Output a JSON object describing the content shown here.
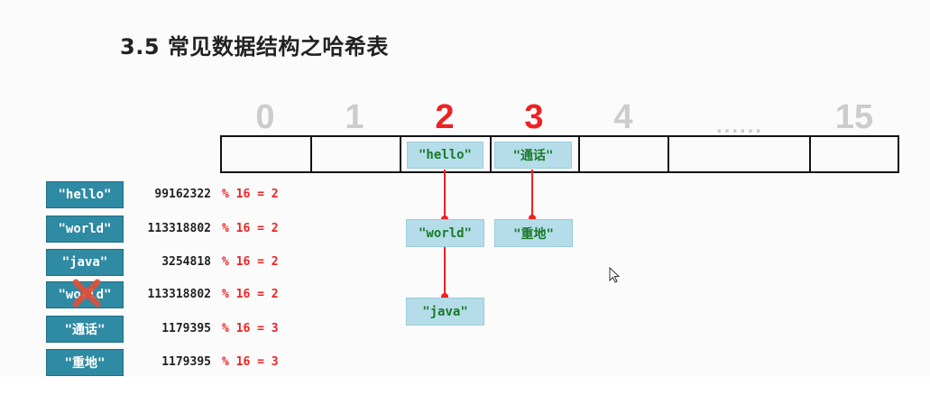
{
  "title": "3.5 常见数据结构之哈希表",
  "indices": [
    "0",
    "1",
    "2",
    "3",
    "4",
    "......",
    "15"
  ],
  "highlight_indices": [
    "2",
    "3"
  ],
  "buckets": {
    "2": [
      "\"hello\"",
      "\"world\"",
      "\"java\""
    ],
    "3": [
      "\"通话\"",
      "\"重地\""
    ]
  },
  "rows": [
    {
      "key": "\"hello\"",
      "hash": "99162322",
      "mod": "% 16 = 2",
      "struck": false
    },
    {
      "key": "\"world\"",
      "hash": "113318802",
      "mod": "% 16 = 2",
      "struck": false
    },
    {
      "key": "\"java\"",
      "hash": "3254818",
      "mod": "% 16 = 2",
      "struck": false
    },
    {
      "key": "\"world\"",
      "hash": "113318802",
      "mod": "% 16 = 2",
      "struck": true
    },
    {
      "key": "\"通话\"",
      "hash": "1179395",
      "mod": "% 16 = 3",
      "struck": false
    },
    {
      "key": "\"重地\"",
      "hash": "1179395",
      "mod": "% 16 = 3",
      "struck": false
    }
  ],
  "colors": {
    "key_bg": "#2f8aa3",
    "node_bg": "#b4dde9",
    "node_text": "#1a7a2a",
    "accent_red": "#ee2222",
    "index_grey": "#cccccc"
  }
}
